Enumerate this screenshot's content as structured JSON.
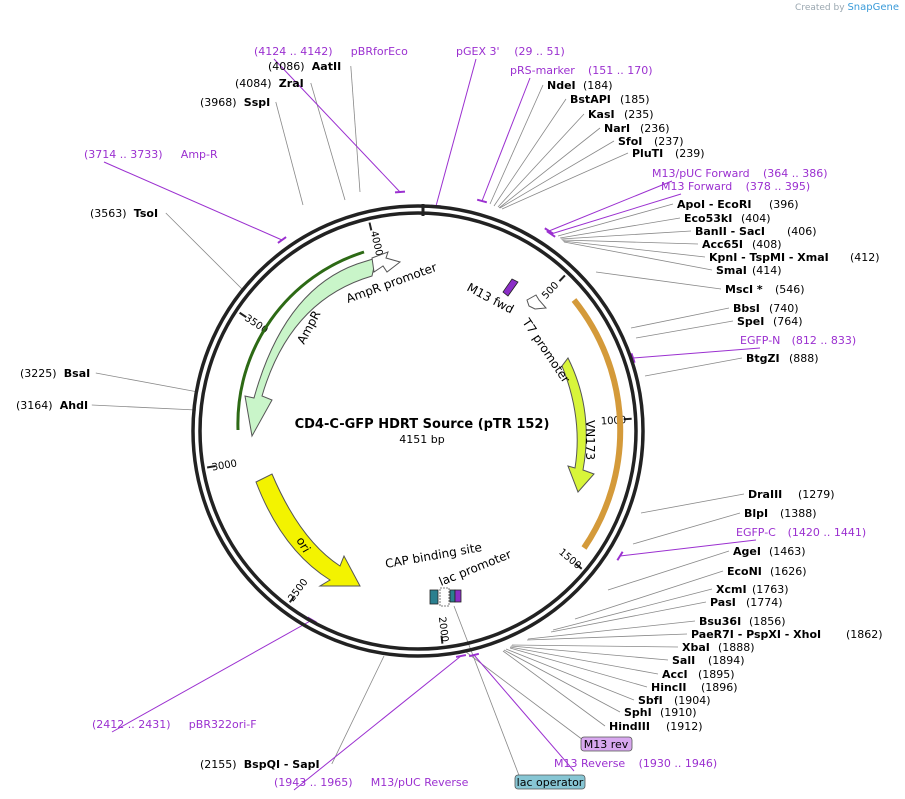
{
  "credit": {
    "prefix": "Created by",
    "brand": "SnapGene"
  },
  "title": "CD4-C-GFP HDRT Source (pTR 152)",
  "length": "4151 bp",
  "ticks": [
    "500",
    "1000",
    "1500",
    "2000",
    "2500",
    "3000",
    "3500",
    "4000"
  ],
  "colors": {
    "enzyme_text": "#000000",
    "primer_text": "#9b30d0",
    "ampr": "#c9f5c9",
    "ampr_promoter": "#ffffff",
    "t7_promoter": "#ffffff",
    "vn173": "#d8f53a",
    "ori": "#f3f300",
    "cap_site": "#2a7f8f",
    "lac_promoter": "#ffffff",
    "m13_fwd": "#8b2ec7",
    "lac_operator": "#87c6d4",
    "m13_rev": "#d8a8ef"
  },
  "features": {
    "ampr_promoter": "AmpR promoter",
    "ampr": "AmpR",
    "m13_fwd": "M13 fwd",
    "t7": "T7 promoter",
    "vn173": "VN173",
    "ori": "ori",
    "cap": "CAP binding site",
    "lac": "lac promoter",
    "lac_operator": "lac operator",
    "m13_rev": "M13 rev"
  },
  "enzymes": [
    {
      "name": "AatII",
      "pos": "(4086)"
    },
    {
      "name": "ZraI",
      "pos": "(4084)"
    },
    {
      "name": "SspI",
      "pos": "(3968)"
    },
    {
      "name": "TsoI",
      "pos": "(3563)"
    },
    {
      "name": "BsaI",
      "pos": "(3225)"
    },
    {
      "name": "AhdI",
      "pos": "(3164)"
    },
    {
      "name": "NdeI",
      "pos": "(184)"
    },
    {
      "name": "BstAPI",
      "pos": "(185)"
    },
    {
      "name": "KasI",
      "pos": "(235)"
    },
    {
      "name": "NarI",
      "pos": "(236)"
    },
    {
      "name": "SfoI",
      "pos": "(237)"
    },
    {
      "name": "PluTI",
      "pos": "(239)"
    },
    {
      "name": "ApoI - EcoRI",
      "pos": "(396)"
    },
    {
      "name": "Eco53kI",
      "pos": "(404)"
    },
    {
      "name": "BanII - SacI",
      "pos": "(406)"
    },
    {
      "name": "Acc65I",
      "pos": "(408)"
    },
    {
      "name": "KpnI - TspMI - XmaI",
      "pos": "(412)"
    },
    {
      "name": "SmaI",
      "pos": "(414)"
    },
    {
      "name": "MscI *",
      "pos": "(546)"
    },
    {
      "name": "BbsI",
      "pos": "(740)"
    },
    {
      "name": "SpeI",
      "pos": "(764)"
    },
    {
      "name": "BtgZI",
      "pos": "(888)"
    },
    {
      "name": "DraIII",
      "pos": "(1279)"
    },
    {
      "name": "BlpI",
      "pos": "(1388)"
    },
    {
      "name": "AgeI",
      "pos": "(1463)"
    },
    {
      "name": "EcoNI",
      "pos": "(1626)"
    },
    {
      "name": "XcmI",
      "pos": "(1763)"
    },
    {
      "name": "PasI",
      "pos": "(1774)"
    },
    {
      "name": "Bsu36I",
      "pos": "(1856)"
    },
    {
      "name": "PaeR7I - PspXI - XhoI",
      "pos": "(1862)"
    },
    {
      "name": "XbaI",
      "pos": "(1888)"
    },
    {
      "name": "SalI",
      "pos": "(1894)"
    },
    {
      "name": "AccI",
      "pos": "(1895)"
    },
    {
      "name": "HincII",
      "pos": "(1896)"
    },
    {
      "name": "SbfI",
      "pos": "(1904)"
    },
    {
      "name": "SphI",
      "pos": "(1910)"
    },
    {
      "name": "HindIII",
      "pos": "(1912)"
    },
    {
      "name": "BspQI - SapI",
      "pos": "(2155)"
    }
  ],
  "primers": [
    {
      "name": "pBRforEco",
      "range": "(4124 .. 4142)"
    },
    {
      "name": "pGEX 3'",
      "range": "(29 .. 51)"
    },
    {
      "name": "pRS-marker",
      "range": "(151 .. 170)"
    },
    {
      "name": "Amp-R",
      "range": "(3714 .. 3733)"
    },
    {
      "name": "M13/pUC Forward",
      "range": "(364 .. 386)"
    },
    {
      "name": "M13 Forward",
      "range": "(378 .. 395)"
    },
    {
      "name": "EGFP-N",
      "range": "(812 .. 833)"
    },
    {
      "name": "EGFP-C",
      "range": "(1420 .. 1441)"
    },
    {
      "name": "M13 Reverse",
      "range": "(1930 .. 1946)"
    },
    {
      "name": "M13/pUC Reverse",
      "range": "(1943 .. 1965)"
    },
    {
      "name": "pBR322ori-F",
      "range": "(2412 .. 2431)"
    }
  ]
}
